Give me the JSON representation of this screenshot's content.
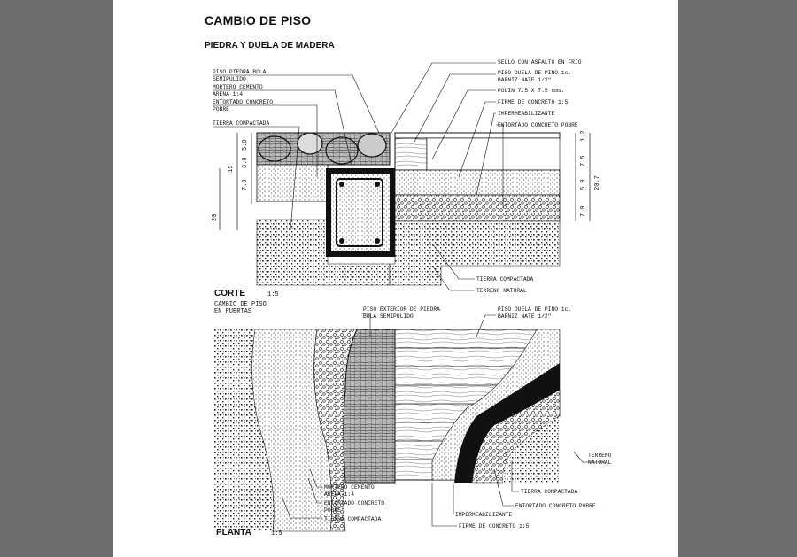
{
  "document": {
    "title": "CAMBIO DE PISO",
    "subtitle": "PIEDRA Y DUELA DE MADERA"
  },
  "section": {
    "title": "CORTE",
    "scale": "1:5",
    "caption_line1": "CAMBIO DE PISO",
    "caption_line2": "EN PUERTAS",
    "labels_left": [
      "PISO PIEDRA BOLA",
      "SEMIPULIDO",
      "MORTERO CEMENTO",
      "ARENA 1:4",
      "ENTORTADO CONCRETO",
      "POBRE",
      "TIERRA COMPACTADA"
    ],
    "labels_right": [
      "SELLO CON ASFALTO EN FRIO",
      "PISO DUELA DE PINO 1c.",
      "BARNIZ NATE 1/2\"",
      "POLIN 7.5 X 7.5 cms.",
      "FIRME DE CONCRETO 1:5",
      "IMPERMEABILIZANTE",
      "ENTORTADO CONCRETO POBRE"
    ],
    "labels_bottom": [
      "TIERRA COMPACTADA",
      "TERRENO NATURAL"
    ],
    "dims_left": [
      "5.0",
      "3.0",
      "15",
      "7.0",
      "20"
    ],
    "dims_right": [
      "1.2",
      "7.5",
      "5.0",
      "20.7",
      "7.0"
    ]
  },
  "plan": {
    "title": "PLANTA",
    "scale": "1:5",
    "labels_top": [
      "PISO EXTERIOR DE PIEDRA",
      "BOLA SEMIPULIDO",
      "PISO DUELA DE PINO 1c.",
      "BARNIZ NATE 1/2\""
    ],
    "labels_right": [
      "TERRENO",
      "NATURAL"
    ],
    "labels_bottom": [
      "MORTERO CEMENTO",
      "ARENA 1:4",
      "ENTORTADO CONCRETO",
      "POBRE",
      "TIERRA COMPACTADA",
      "TIERRA COMPACTADA",
      "ENTORTADO CONCRETO POBRE",
      "IMPERMEABILIZANTE",
      "FIRME DE CONCRETO 1:5"
    ]
  }
}
